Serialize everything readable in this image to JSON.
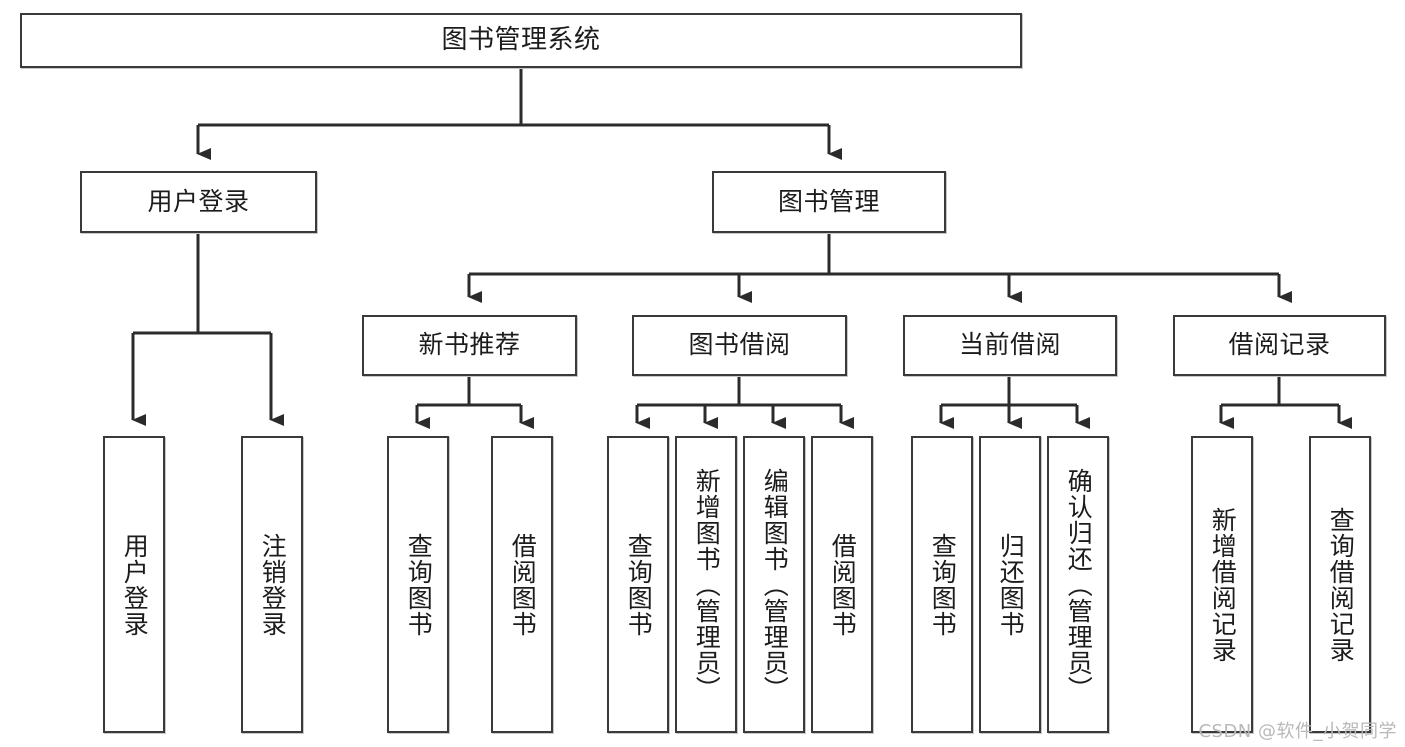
{
  "diagram": {
    "title": "图书管理系统",
    "type": "tree-hierarchy-chart",
    "root": {
      "label": "图书管理系统"
    },
    "level2": [
      {
        "label": "用户登录"
      },
      {
        "label": "图书管理"
      }
    ],
    "level3": [
      {
        "label": "新书推荐"
      },
      {
        "label": "图书借阅"
      },
      {
        "label": "当前借阅"
      },
      {
        "label": "借阅记录"
      }
    ],
    "leaves": [
      {
        "label": "用户登录"
      },
      {
        "label": "注销登录"
      },
      {
        "label": "查询图书"
      },
      {
        "label": "借阅图书"
      },
      {
        "label": "查询图书"
      },
      {
        "label": "新增图书（管理员）"
      },
      {
        "label": "编辑图书（管理员）"
      },
      {
        "label": "借阅图书"
      },
      {
        "label": "查询图书"
      },
      {
        "label": "归还图书"
      },
      {
        "label": "确认归还（管理员）"
      },
      {
        "label": "新增借阅记录"
      },
      {
        "label": "查询借阅记录"
      }
    ]
  },
  "watermark": {
    "text": "CSDN @软件_小贺同学"
  },
  "colors": {
    "border": "#3a3a3a",
    "text": "#1c1c1c",
    "background": "#ffffff",
    "edge": "#2b2b2b",
    "watermark": "#b9b9b9"
  }
}
